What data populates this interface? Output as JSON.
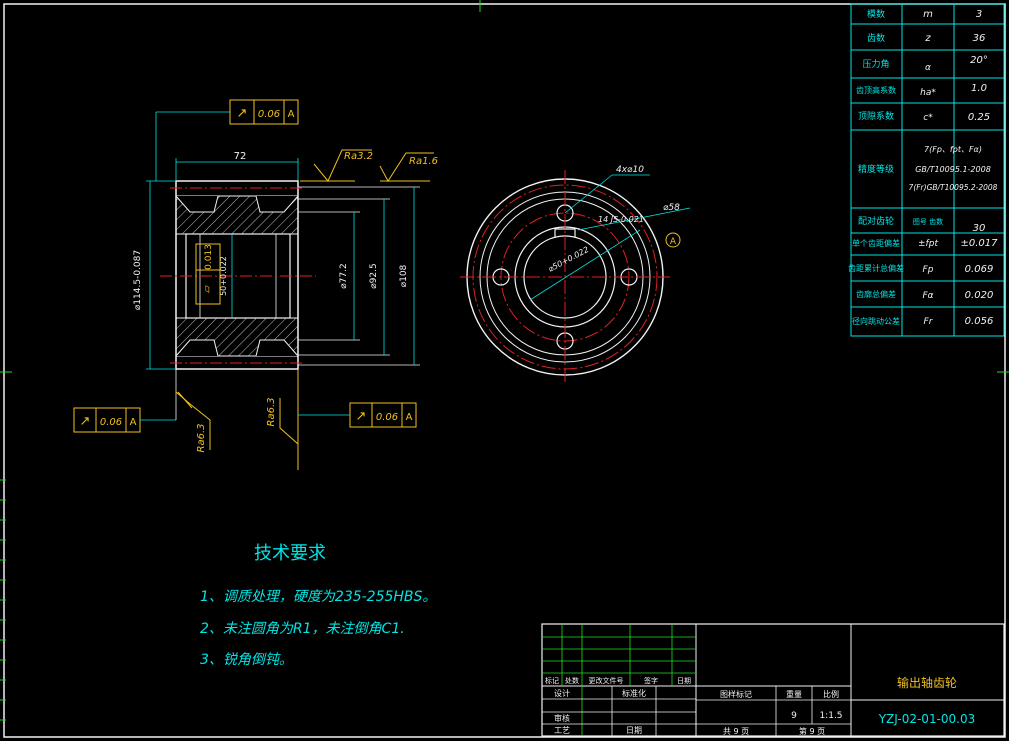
{
  "params": {
    "rows": [
      {
        "name": "模数",
        "symbol": "m",
        "value": "3"
      },
      {
        "name": "齿数",
        "symbol": "z",
        "value": "36"
      },
      {
        "name": "压力角",
        "symbol": "α",
        "value": "20°"
      },
      {
        "name": "齿顶高系数",
        "symbol": "ha*",
        "value": "1.0"
      },
      {
        "name": "顶隙系数",
        "symbol": "c*",
        "value": "0.25"
      },
      {
        "name": "精度等级",
        "symbol": "",
        "value_lines": [
          "7(Fp、fpt、Fα)",
          "GB/T10095.1-2008",
          "7(Fr)GB/T10095.2-2008"
        ]
      },
      {
        "name": "配对齿轮",
        "symbol": "图号 齿数",
        "value": "30"
      },
      {
        "name": "单个齿距偏差",
        "symbol": "±fpt",
        "value": "±0.017"
      },
      {
        "name": "齿距累计总偏差",
        "symbol": "Fp",
        "value": "0.069"
      },
      {
        "name": "齿廓总偏差",
        "symbol": "Fα",
        "value": "0.020"
      },
      {
        "name": "径向跳动公差",
        "symbol": "Fr",
        "value": "0.056"
      }
    ]
  },
  "section": {
    "dim_width": "72",
    "dim_od": "⌀114.5-0.087",
    "dim_bore": "50+0.022",
    "dim_771": "⌀77.2",
    "dim_925": "⌀92.5",
    "dim_108": "⌀108",
    "flatness": "0.013",
    "ra_top1": "Ra3.2",
    "ra_top2": "Ra1.6",
    "ra_bot1": "Ra6.3",
    "ra_bot2": "Ra6.3",
    "gtol_top": {
      "value": "0.06",
      "datum": "A"
    },
    "gtol_left": {
      "value": "0.06",
      "datum": "A"
    },
    "gtol_right": {
      "value": "0.06",
      "datum": "A"
    }
  },
  "end_view": {
    "holes": "4x⌀10",
    "keyway": "14 JS-0.021",
    "pcd": "⌀58",
    "bore": "⌀50+0.022",
    "datum": "A"
  },
  "tech_req": {
    "title": "技术要求",
    "items": [
      "1、调质处理，硬度为235-255HBS。",
      "2、未注圆角为R1，未注倒角C1.",
      "3、锐角倒钝。"
    ]
  },
  "title_block": {
    "part_name": "输出轴齿轮",
    "drawing_no": "YZJ-02-01-00.03",
    "labels": [
      "标记",
      "处数",
      "更改文件号",
      "签字",
      "日期",
      "设计",
      "标准化",
      "图样标记",
      "重量",
      "比例",
      "审核",
      "工艺",
      "日期"
    ],
    "weight": "9",
    "scale": "1:1.5",
    "sheets": "共 9 页",
    "sheet": "第 9 页"
  }
}
